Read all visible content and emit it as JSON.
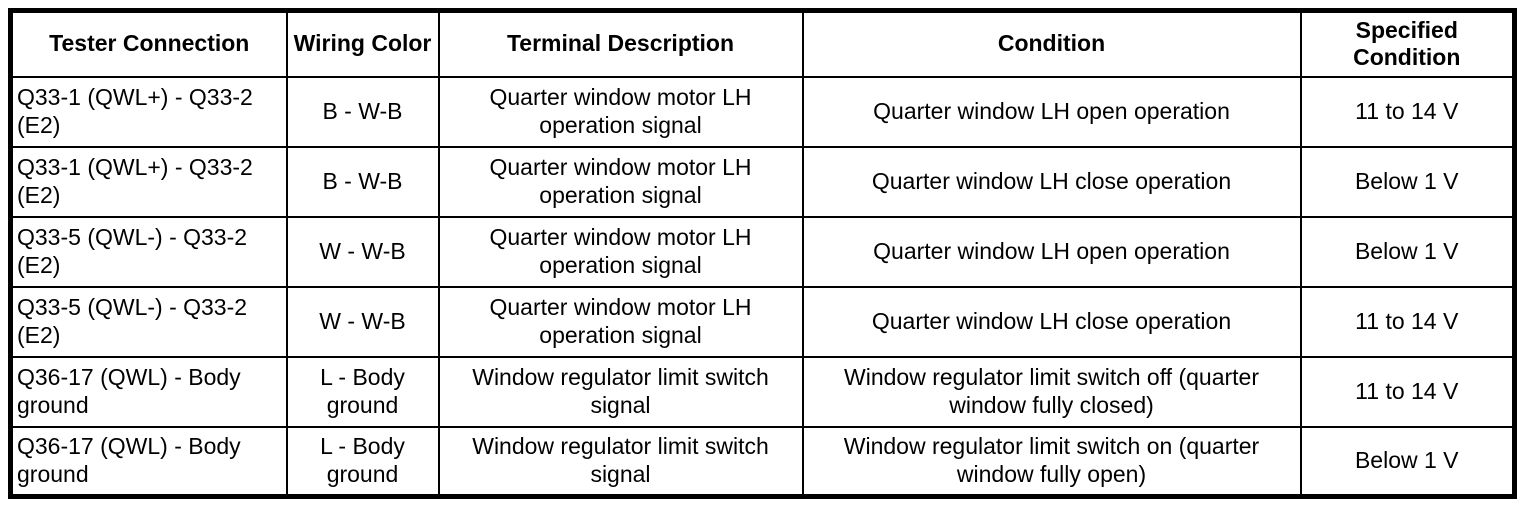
{
  "colors": {
    "background": "#ffffff",
    "border": "#000000",
    "text": "#000000"
  },
  "table": {
    "headers": {
      "tester_connection": "Tester Connection",
      "wiring_color": "Wiring Color",
      "terminal_description": "Terminal Description",
      "condition": "Condition",
      "specified_condition": "Specified Condition"
    },
    "rows": [
      {
        "tester_connection": "Q33-1 (QWL+) - Q33-2 (E2)",
        "wiring_color": "B - W-B",
        "terminal_description": "Quarter window motor LH operation signal",
        "condition": "Quarter window LH open operation",
        "specified_condition": "11 to 14 V"
      },
      {
        "tester_connection": "Q33-1 (QWL+) - Q33-2 (E2)",
        "wiring_color": "B - W-B",
        "terminal_description": "Quarter window motor LH operation signal",
        "condition": "Quarter window LH close operation",
        "specified_condition": "Below 1 V"
      },
      {
        "tester_connection": "Q33-5 (QWL-) - Q33-2 (E2)",
        "wiring_color": "W - W-B",
        "terminal_description": "Quarter window motor LH operation signal",
        "condition": "Quarter window LH open operation",
        "specified_condition": "Below 1 V"
      },
      {
        "tester_connection": "Q33-5 (QWL-) - Q33-2 (E2)",
        "wiring_color": "W - W-B",
        "terminal_description": "Quarter window motor LH operation signal",
        "condition": "Quarter window LH close operation",
        "specified_condition": "11 to 14 V"
      },
      {
        "tester_connection": "Q36-17 (QWL) - Body ground",
        "wiring_color": "L - Body ground",
        "terminal_description": "Window regulator limit switch signal",
        "condition": "Window regulator limit switch off (quarter window fully closed)",
        "specified_condition": "11 to 14 V"
      },
      {
        "tester_connection": "Q36-17 (QWL) - Body ground",
        "wiring_color": "L - Body ground",
        "terminal_description": "Window regulator limit switch signal",
        "condition": "Window regulator limit switch on (quarter window fully open)",
        "specified_condition": "Below 1 V"
      }
    ]
  }
}
